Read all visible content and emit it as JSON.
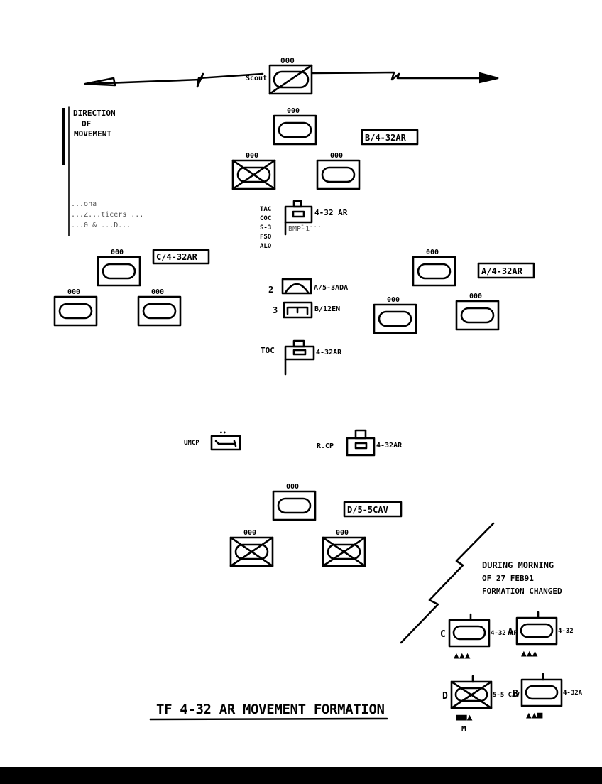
{
  "title": "TF 4-32 AR MOVEMENT FORMATION",
  "direction_label": [
    "DIRECTION",
    "OF",
    "MOVEMENT"
  ],
  "screen": {
    "label": "Scout",
    "unit_size": "000"
  },
  "companies": [
    {
      "id": "B",
      "label": "B/4-32AR",
      "units": [
        {
          "type": "armor",
          "size": "000"
        },
        {
          "type": "mech-infantry",
          "size": "000"
        },
        {
          "type": "armor",
          "size": "000"
        }
      ]
    },
    {
      "id": "C",
      "label": "C/4-32AR",
      "units": [
        {
          "type": "armor",
          "size": "000"
        },
        {
          "type": "armor",
          "size": "000"
        },
        {
          "type": "armor",
          "size": "000"
        }
      ]
    },
    {
      "id": "A",
      "label": "A/4-32AR",
      "units": [
        {
          "type": "armor",
          "size": "000"
        },
        {
          "type": "armor",
          "size": "000"
        },
        {
          "type": "armor",
          "size": "000"
        }
      ]
    },
    {
      "id": "D",
      "label": "D/5-5CAV",
      "units": [
        {
          "type": "armor",
          "size": "000"
        },
        {
          "type": "mech-infantry",
          "size": "000"
        },
        {
          "type": "mech-infantry",
          "size": "000"
        }
      ]
    }
  ],
  "command_posts": [
    {
      "name": "TAC",
      "unit": "4-32 AR",
      "staff": [
        "TAC",
        "COC",
        "S-3",
        "FSO",
        "ALO"
      ],
      "note": "BMP-1"
    },
    {
      "name": "TOC",
      "unit": "4-32AR"
    },
    {
      "name": "R.CP",
      "unit": "4-32AR"
    }
  ],
  "support": [
    {
      "prefix": "2",
      "label": "A/5-3ADA",
      "type": "air-defense"
    },
    {
      "prefix": "3",
      "label": "B/12EN",
      "type": "engineer"
    },
    {
      "prefix": "UMCP",
      "label": "",
      "type": "maintenance",
      "size": "••"
    }
  ],
  "annotation": [
    "DURING MORNING",
    "OF 27 FEB91",
    "FORMATION CHANGED"
  ],
  "changed_formation": [
    {
      "letter": "C",
      "unit": "4-32 AR",
      "markers": "▲▲▲"
    },
    {
      "letter": "A",
      "unit": "4-32",
      "markers": "▲▲▲"
    },
    {
      "letter": "D",
      "unit": "5-5 CAV",
      "markers": "■■▲",
      "sub": "M"
    },
    {
      "letter": "B",
      "unit": "4-32A",
      "markers": "▲▲■"
    }
  ],
  "faint_text": [
    "...ona",
    "...Z...ticers ...",
    "...0 & ...D...",
    "...-1..."
  ]
}
